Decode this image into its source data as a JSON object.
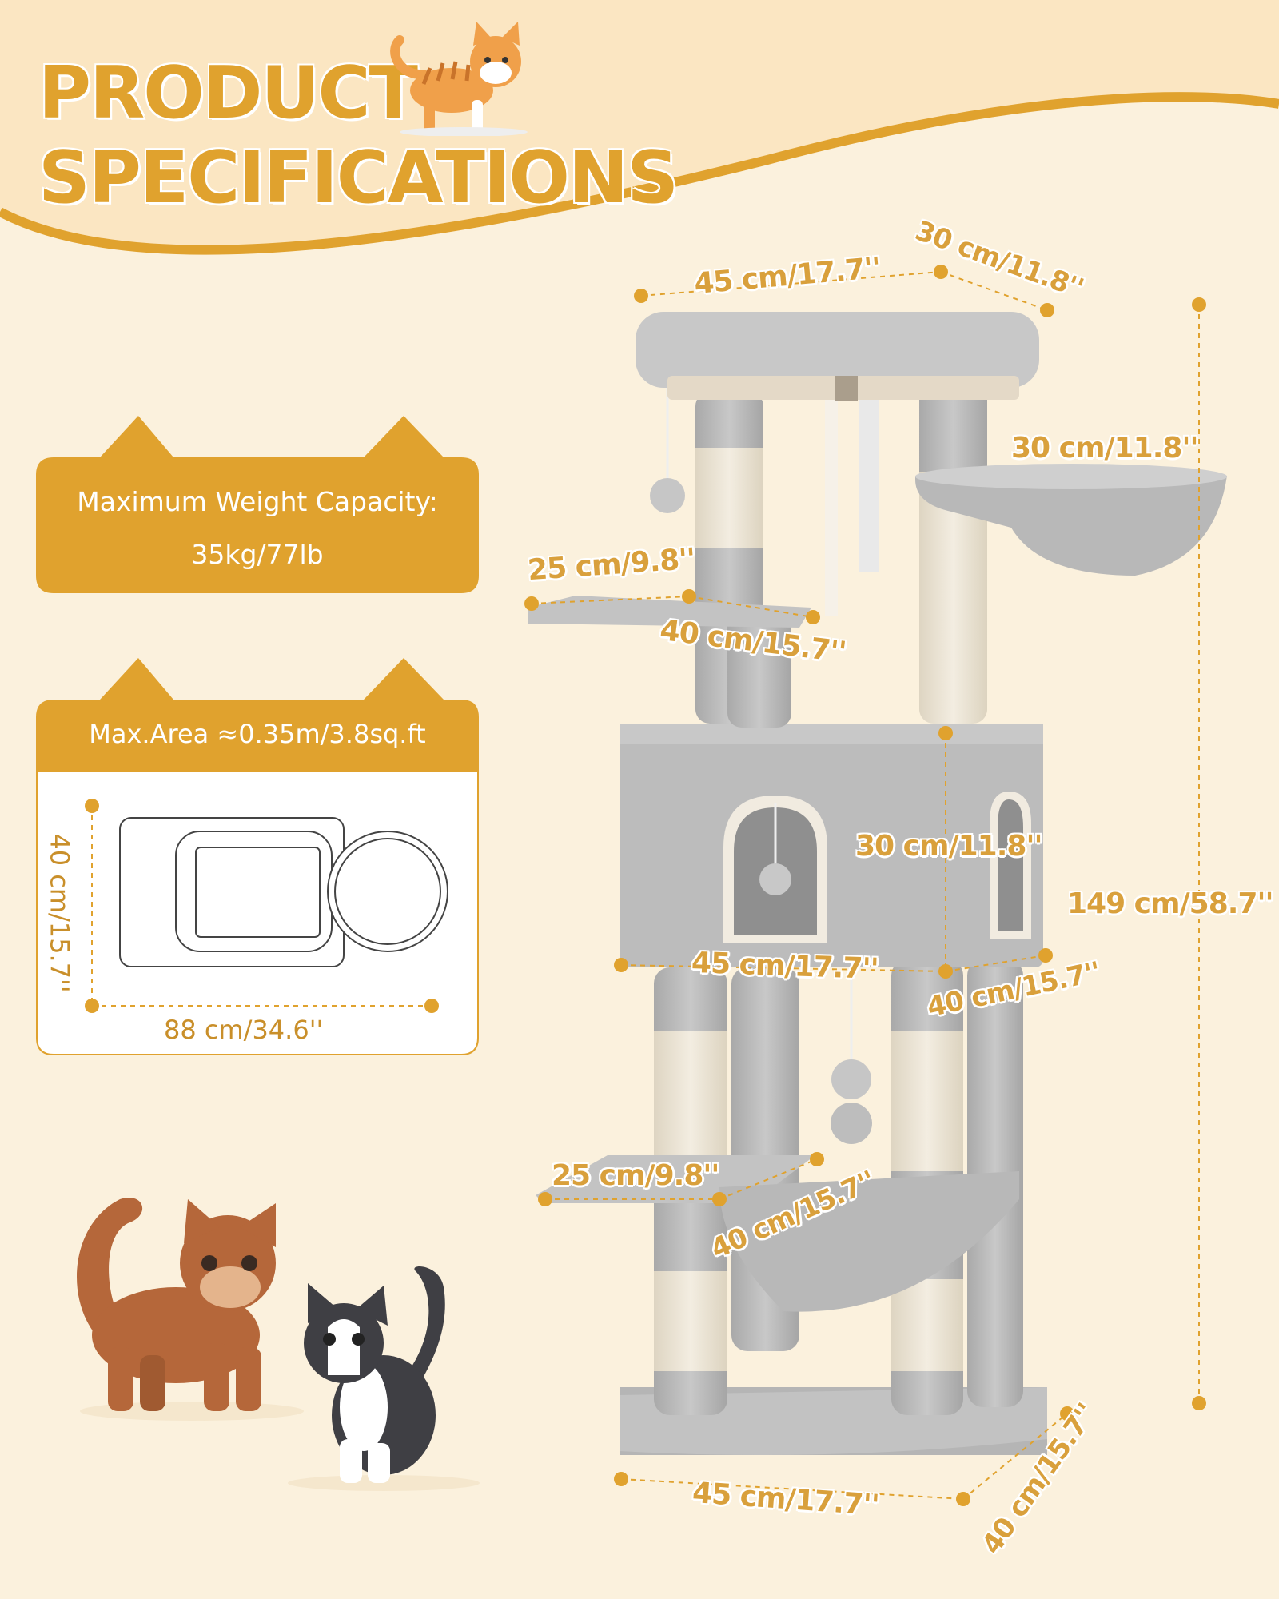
{
  "header": {
    "title_line1": "PRODUCT",
    "title_line2": "SPECIFICATIONS"
  },
  "weight_badge": {
    "label": "Maximum Weight Capacity:",
    "value": "35kg/77lb"
  },
  "area_badge": {
    "label": "Max.Area ≈0.35m/3.8sq.ft",
    "depth": "40 cm/15.7''",
    "width": "88 cm/34.6''"
  },
  "dimensions": {
    "top_perch_width": "45 cm/17.7''",
    "top_perch_depth": "30 cm/11.8''",
    "basket_width": "30 cm/11.8''",
    "upper_step_depth": "25 cm/9.8''",
    "upper_step_width": "40 cm/15.7''",
    "condo_height": "30 cm/11.8''",
    "total_height": "149 cm/58.7''",
    "condo_width": "45 cm/17.7''",
    "condo_depth": "40 cm/15.7''",
    "lower_step_depth": "25 cm/9.8''",
    "hammock_width": "40 cm/15.7''",
    "base_width": "45 cm/17.7''",
    "base_depth": "40 cm/15.7''"
  },
  "colors": {
    "accent": "#e0a22e",
    "background": "#fbf1dd",
    "plush_gray": "#b9b9b9",
    "sisal": "#efe7d6"
  }
}
